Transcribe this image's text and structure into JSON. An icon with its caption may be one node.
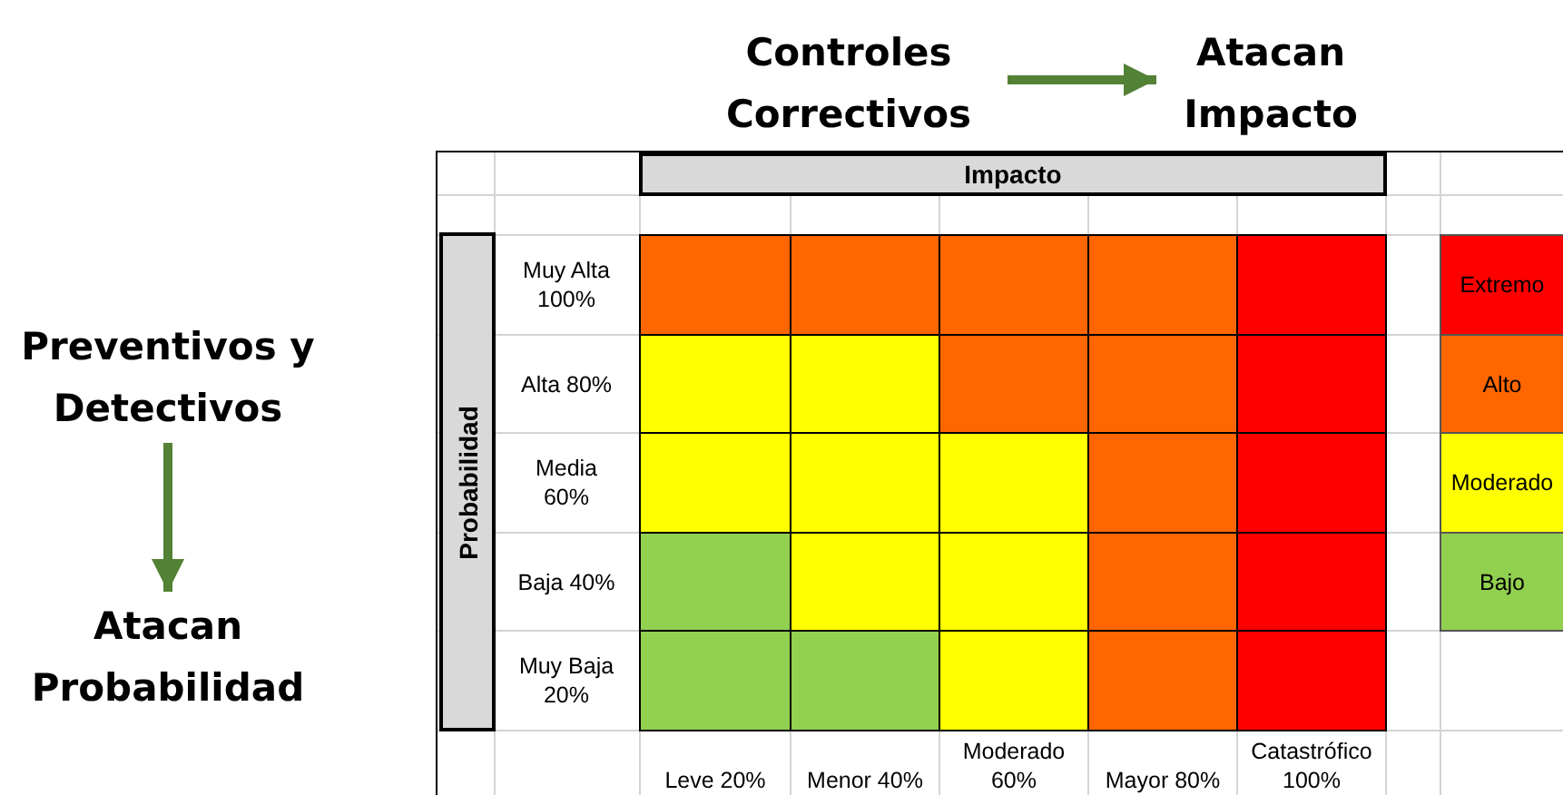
{
  "diagram": {
    "nodes": [
      {
        "text": [
          "Controles Correctivos"
        ]
      },
      {
        "text": [
          "Atacan Impacto"
        ]
      },
      {
        "text": [
          "Preventivos y Detectivos"
        ]
      },
      {
        "text": [
          "Atacan Probabilidad"
        ]
      }
    ],
    "edges": [
      {
        "from": 0,
        "to": 1,
        "arrow": "to",
        "color": "#538135"
      },
      {
        "from": 2,
        "to": 3,
        "arrow": "to",
        "color": "#538135"
      }
    ],
    "labels": [
      "Impacto",
      "Probabilidad",
      "Muy Alta 100%",
      "Alta 80%",
      "Media 60%",
      "Baja 40%",
      "Muy Baja 20%",
      "Leve 20%",
      "Menor 40%",
      "Moderado 60%",
      "Mayor 80%",
      "Catastrófico 100%"
    ],
    "legend": [
      {
        "text": "Extremo",
        "color": "#ff0000"
      },
      {
        "text": "Alto",
        "color": "#ff6600"
      },
      {
        "text": "Moderado",
        "color": "#ffff00"
      },
      {
        "text": "Bajo",
        "color": "#92d050"
      }
    ]
  }
}
